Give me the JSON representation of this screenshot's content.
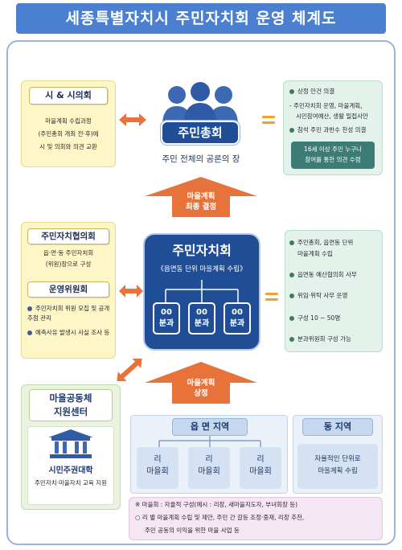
{
  "title": "세종특별자치시 주민자치회 운영 체계도",
  "assembly": {
    "label": "주민총회",
    "subtitle": "주민 전체의 공론의 장"
  },
  "city_box": {
    "label": "시 & 시의회",
    "lines": [
      "마을계획 수립과정",
      "(주민총회 개최 전·후)에",
      "시 및 의회와 의견 교환"
    ]
  },
  "assembly_functions": {
    "items": [
      "상정 안건 의결",
      "- 주민자치회 운영, 마을계획,",
      "시민참여예산, 생활 밀접사안",
      "참석 주민 과반수 찬성 의결"
    ],
    "note_lines": [
      "16세 이상 주민 누구나",
      "참여를 통한 의견 수렴"
    ]
  },
  "arrow_top": {
    "lines": [
      "마을계획",
      "최종 결정"
    ]
  },
  "arrow_bottom": {
    "lines": [
      "마을계획",
      "상정"
    ]
  },
  "network": {
    "label": "주민자치협의회",
    "lines": [
      "읍·면·동 주민자치회",
      "(위원)장으로 구성"
    ]
  },
  "steering": {
    "label": "운영위원회",
    "items": [
      "주민자치회 위원 모집 및 공개 추첨 관리",
      "예측사유 발생시 사실 조사 등"
    ]
  },
  "council": {
    "title": "주민자치회",
    "subtitle": "《읍면동 단위 마을계획 수립》",
    "subcommittees": [
      {
        "top": "00",
        "bottom": "분과"
      },
      {
        "top": "00",
        "bottom": "분과"
      },
      {
        "top": "00",
        "bottom": "분과"
      }
    ]
  },
  "council_functions": {
    "items": [
      [
        "주민총회, 읍면동 단위",
        "마을계획 수립"
      ],
      [
        "읍면동 예산협의회 사무"
      ],
      [
        "위임·위탁 사무 운영"
      ],
      [
        "구성 10 ~ 50명"
      ],
      [
        "분과위원회 구성 가능"
      ]
    ]
  },
  "support_center": {
    "label_lines": [
      "마을공동체",
      "지원센터"
    ],
    "college": "시민주권대학",
    "desc": "주민자치·마을자치 교육 지원"
  },
  "eup_myeon": {
    "label": "읍 면 지역",
    "villages": [
      {
        "top": "리",
        "bottom": "마을회"
      },
      {
        "top": "리",
        "bottom": "마을회"
      },
      {
        "top": "리",
        "bottom": "마을회"
      }
    ]
  },
  "dong": {
    "label": "동 지역",
    "lines": [
      "자율적인 단위로",
      "마을계획 수립"
    ]
  },
  "notes": {
    "line1": "※ 마을회 : 자율적 구성(예시 : 리장, 새마을지도자, 부녀회장 등)",
    "line2": "○ 리 별 마을계획 수립 및 제안, 주민 간 갈등 조정·중재, 리장 추천,",
    "line3": "주민 공동의 이익을 위한 마을 사업 등"
  },
  "colors": {
    "title_bg": "#4b7fd0",
    "council_bg": "#1f4e96",
    "arrow": "#e8733a",
    "yellow_box": "#fff6c8",
    "green_box": "#e4f2ec",
    "note_box": "#f4e6f2"
  }
}
